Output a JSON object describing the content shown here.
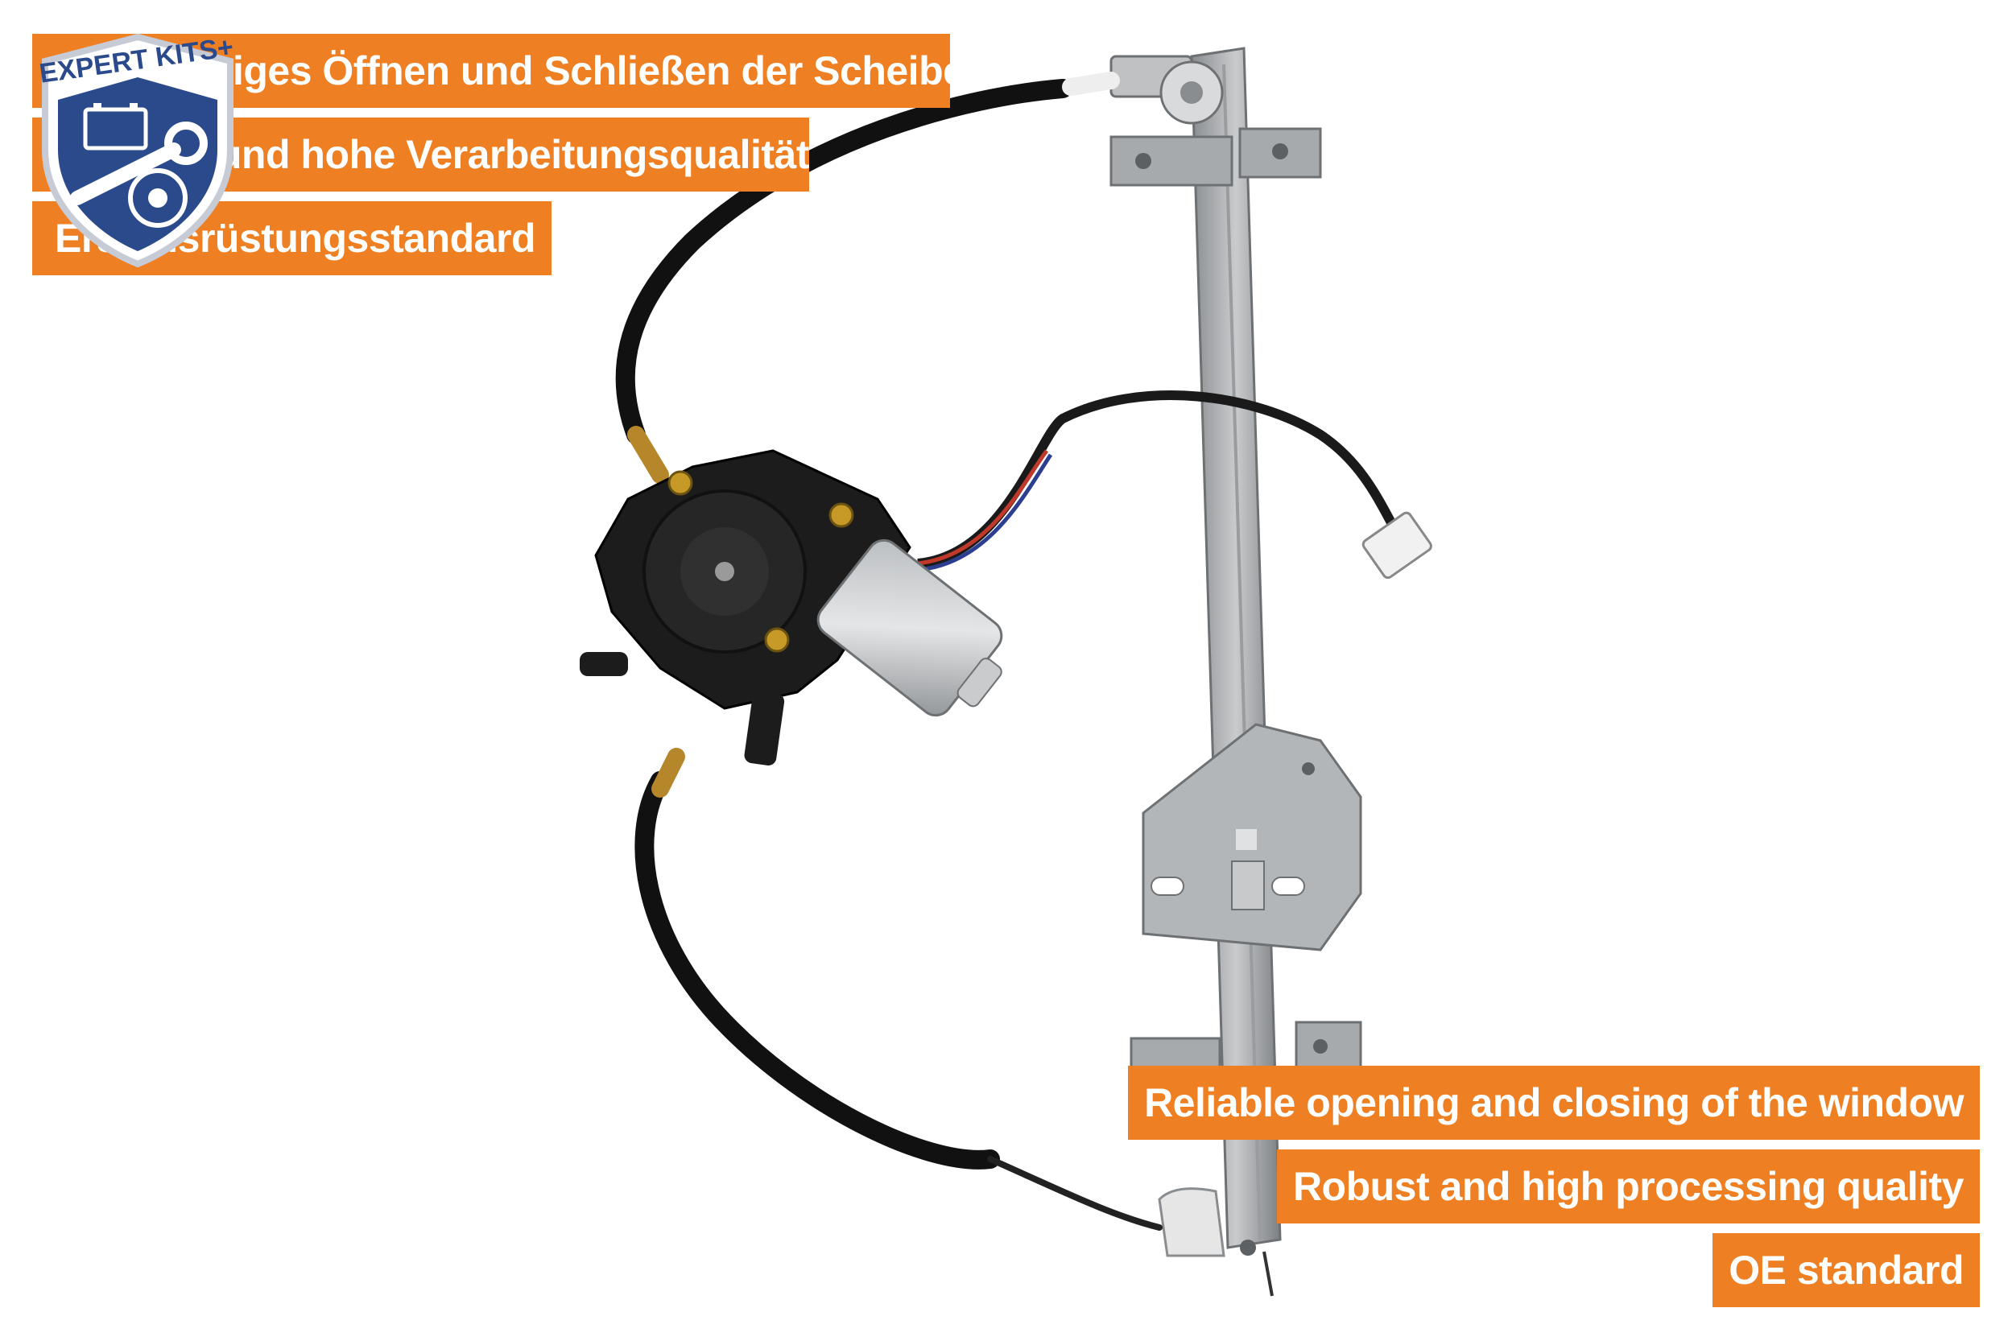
{
  "features_de": [
    "Zuverlässiges Öffnen und Schließen der Scheibe",
    "Robuste und hohe Verarbeitungsqualität",
    "Erstausrüstungsstandard"
  ],
  "features_en": [
    "Reliable opening and closing of the window",
    "Robust and high processing quality",
    "OE standard"
  ],
  "badge": {
    "text": "EXPERT KITS+",
    "icons": [
      "battery-icon",
      "wrench-icon",
      "brake-disc-icon"
    ]
  },
  "colors": {
    "banner": "#ee7f22",
    "banner_text": "#ffffff",
    "badge_blue": "#2b4a8c"
  }
}
